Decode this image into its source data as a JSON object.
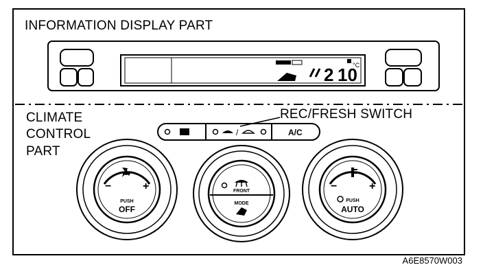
{
  "labels": {
    "information_display_part": "INFORMATION DISPLAY PART",
    "climate_line1": "CLIMATE",
    "climate_line2": "CONTROL",
    "climate_line3": "PART",
    "rec_fresh_switch": "REC/FRESH SWITCH",
    "figure_code": "A6E8570W003"
  },
  "switches": {
    "ac": "A/C"
  },
  "knobs": {
    "left": {
      "push": "PUSH",
      "main": "OFF",
      "minus": "−",
      "plus": "+"
    },
    "center": {
      "top": "FRONT",
      "bottom": "MODE"
    },
    "right": {
      "push": "PUSH",
      "main": "AUTO",
      "minus": "−",
      "plus": "+"
    }
  },
  "display": {
    "temperature": "21.0",
    "recirc_indicator": "REC"
  },
  "icons": {
    "fan": "fan-icon",
    "defrost": "front-defroster-icon",
    "mode": "airflow-mode-icon",
    "rear_defrost": "rear-defroster-icon",
    "recirculation": "recirculation-icon",
    "fresh_air": "fresh-air-icon",
    "temperature": "thermometer-icon"
  }
}
